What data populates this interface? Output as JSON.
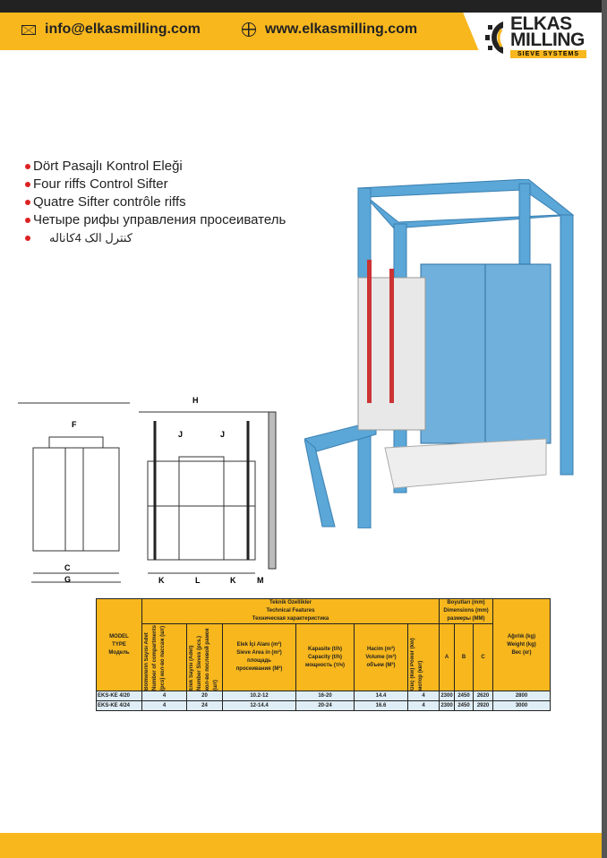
{
  "header": {
    "email": "info@elkasmilling.com",
    "website": "www.elkasmilling.com",
    "email_icon": "envelope-icon",
    "web_icon": "globe-icon"
  },
  "logo": {
    "line1": "ELKAS",
    "line2": "MILLING",
    "tagline": "SIEVE SYSTEMS"
  },
  "titles": [
    "Dört Pasajlı Kontrol Eleği",
    "Four riffs Control Sifter",
    "Quatre Sifter contrôle riffs",
    "Четыре рифы управления просеиватель",
    "كنترل الک 4كاناله"
  ],
  "drawing_labels": {
    "H": "H",
    "F": "F",
    "J": "J",
    "C": "C",
    "G": "G",
    "K": "K",
    "L": "L",
    "M": "M"
  },
  "table": {
    "model": [
      "MODEL",
      "TYPE",
      "Модель"
    ],
    "tech": [
      "Teknik Özellikler",
      "Technical Features",
      "Техническая характеристика"
    ],
    "compartments": "Bölmelerin Sayısı Adet Number of compartments (pcs) кол-во пассаж (шт)",
    "sieves": "Elek Sayısı (Adet) Number Sieves (pcs.) кол-во послевой рамок (шт)",
    "area": [
      "Elek İçi Alanı (m²)",
      "Sieve Area in (m²)",
      "площадь",
      "просеивания (М²)"
    ],
    "capacity": [
      "Kapasite (t/h)",
      "Capacity (t/h)",
      "мощность (т/ч)"
    ],
    "volume": [
      "Hacim (m³)",
      "Volume (m³)",
      "объем (М³)"
    ],
    "power": "Güç (kw) Power (kw) мотор (квт)",
    "dims": [
      "Boyutları (mm)",
      "Dimensions (mm)",
      "размеры (ММ)"
    ],
    "dim_cols": [
      "A",
      "B",
      "C"
    ],
    "weight": [
      "Ağırlık (kg)",
      "Weight (kg)",
      "Вес (кг)"
    ],
    "rows": [
      [
        "EKS-KE 4/20",
        "4",
        "20",
        "10.2-12",
        "16-20",
        "14.4",
        "4",
        "2300",
        "2450",
        "2620",
        "2800"
      ],
      [
        "EKS-KE 4/24",
        "4",
        "24",
        "12-14.4",
        "20-24",
        "16.6",
        "4",
        "2300",
        "2450",
        "2920",
        "3000"
      ]
    ]
  },
  "colors": {
    "accent": "#f7b71d",
    "frame": "#5aa7d8"
  }
}
